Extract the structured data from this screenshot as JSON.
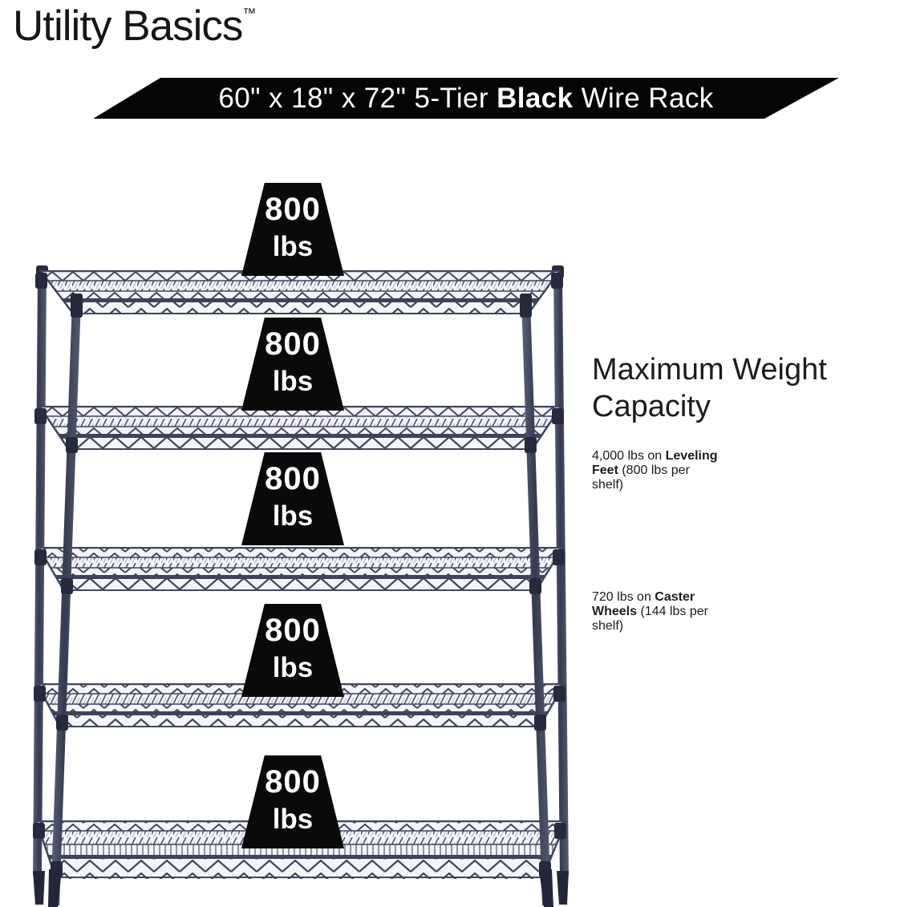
{
  "brand": {
    "name": "Utility Basics",
    "trademark": "™"
  },
  "banner": {
    "text_pre": "60\" x 18\" x 72\" 5-Tier ",
    "text_bold": "Black",
    "text_post": " Wire Rack",
    "bg_color": "#050505",
    "text_color": "#ffffff"
  },
  "rack": {
    "tier_count": 5,
    "tier_weight_value": "800",
    "tier_weight_unit": "lbs",
    "wire_color": "#3f455c",
    "badge_color": "#0a0a0a"
  },
  "info": {
    "heading_line1": "Maximum Weight",
    "heading_line2": "Capacity",
    "leveling_l1_normal": "4,000 lbs on ",
    "leveling_l1_bold": "Leveling",
    "leveling_l2_bold": "Feet",
    "leveling_l2_normal": " (800 lbs per",
    "leveling_l3": "shelf)",
    "caster_l1_normal": "720 lbs on ",
    "caster_l1_bold": "Caster",
    "caster_l2_bold": "Wheels",
    "caster_l2_normal": " (144 lbs per",
    "caster_l3": "shelf)"
  }
}
